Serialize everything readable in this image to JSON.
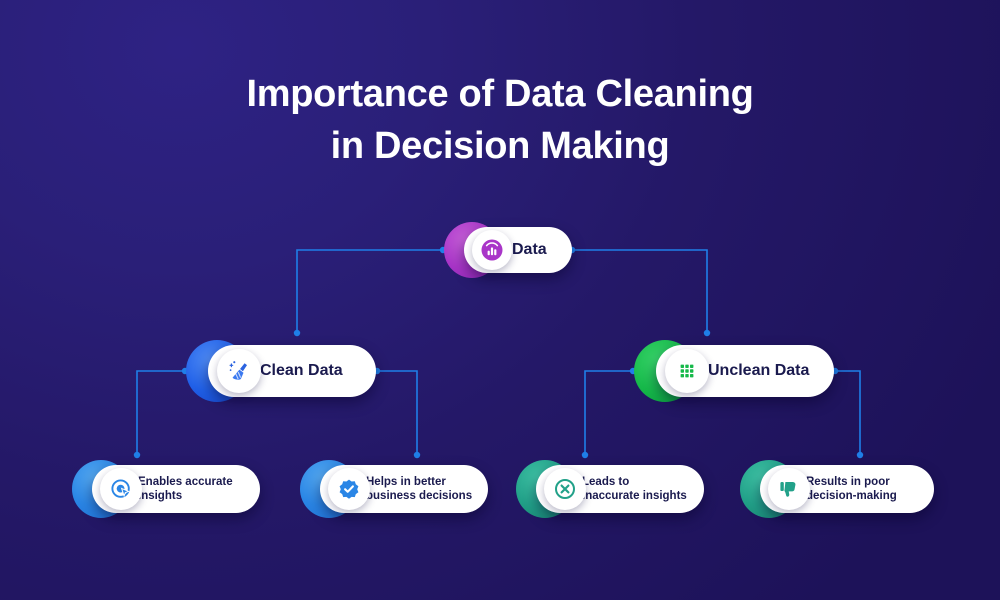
{
  "theme": {
    "bg_dark": "#1d1259",
    "bg_light": "#2e2284",
    "wire_color": "#1f7fe8",
    "label_color": "#1a1a4e",
    "title_color": "#ffffff",
    "purple": "#a935c8",
    "blue": "#2060e8",
    "green": "#16b94a",
    "teal": "#22a189",
    "leaf_blue": "#2a86e6"
  },
  "title": {
    "line1": "Importance of Data Cleaning",
    "line2": "in Decision Making"
  },
  "root": {
    "label": "Data",
    "icon": "bar-chart-icon",
    "accent": "#a935c8"
  },
  "branches": [
    {
      "id": "clean",
      "label": "Clean Data",
      "icon": "broom-icon",
      "accent": "#2060e8",
      "children": [
        {
          "id": "leaf-1",
          "label": "Enables accurate\ninsights",
          "icon": "target-cursor-icon",
          "accent": "#2a86e6"
        },
        {
          "id": "leaf-2",
          "label": "Helps in better\nbusiness decisions",
          "icon": "verified-check-icon",
          "accent": "#2a86e6"
        }
      ]
    },
    {
      "id": "unclean",
      "label": "Unclean Data",
      "icon": "grid-dots-icon",
      "accent": "#16b94a",
      "children": [
        {
          "id": "leaf-3",
          "label": "Leads to\ninaccurate insights",
          "icon": "x-circle-icon",
          "accent": "#22a189"
        },
        {
          "id": "leaf-4",
          "label": "Results in poor\ndecision-making",
          "icon": "thumbs-down-icon",
          "accent": "#22a189"
        }
      ]
    }
  ]
}
